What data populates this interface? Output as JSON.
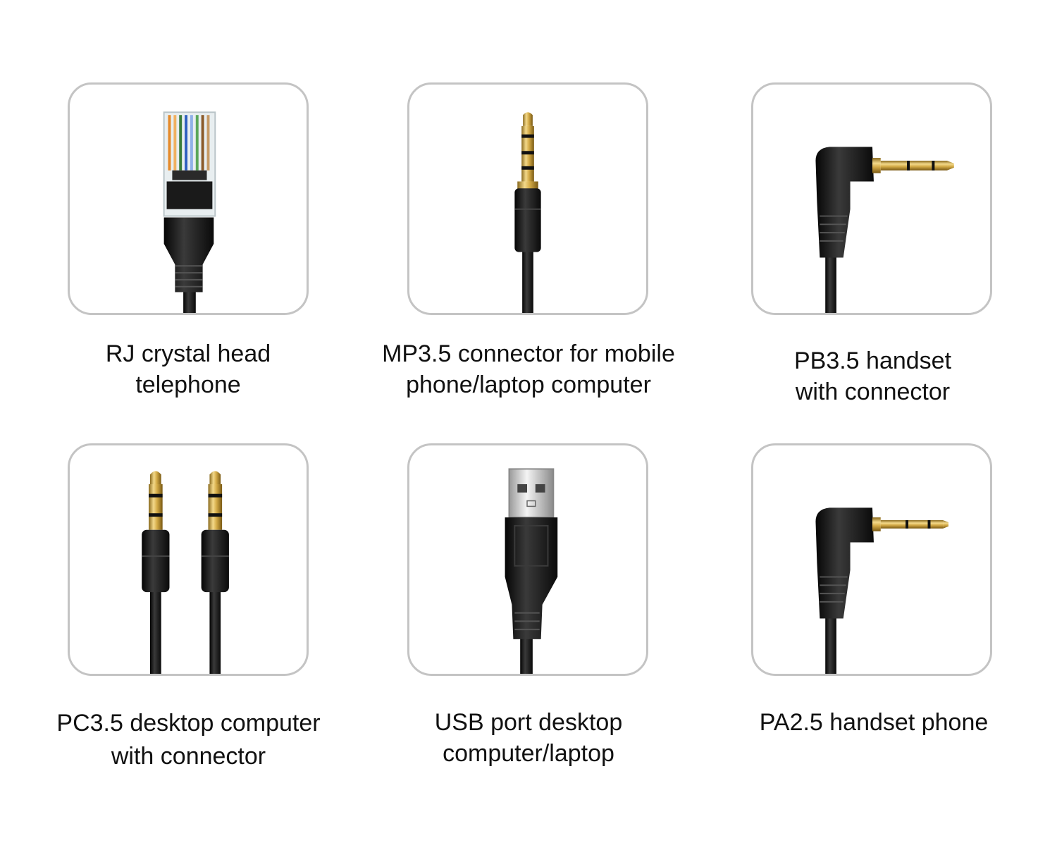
{
  "items": [
    {
      "line1": "RJ crystal head",
      "line2": "telephone",
      "icon": "rj45-connector-icon"
    },
    {
      "line1": "MP3.5 connector for mobile",
      "line2": "phone/laptop computer",
      "icon": "trrs-3-5mm-plug-icon"
    },
    {
      "line1": "PB3.5 handset",
      "line2": "with connector",
      "icon": "right-angle-3-5mm-plug-icon"
    },
    {
      "line1": "PC3.5 desktop computer",
      "line2": "with connector",
      "icon": "dual-3-5mm-plugs-icon"
    },
    {
      "line1": "USB port desktop",
      "line2": "computer/laptop",
      "icon": "usb-a-plug-icon"
    },
    {
      "line1": "PA2.5 handset phone",
      "line2": "",
      "icon": "right-angle-2-5mm-plug-icon"
    }
  ],
  "colors": {
    "card_border": "#c4c4c4",
    "plug_black": "#1a1a1a",
    "gold": "#c9a23c"
  }
}
